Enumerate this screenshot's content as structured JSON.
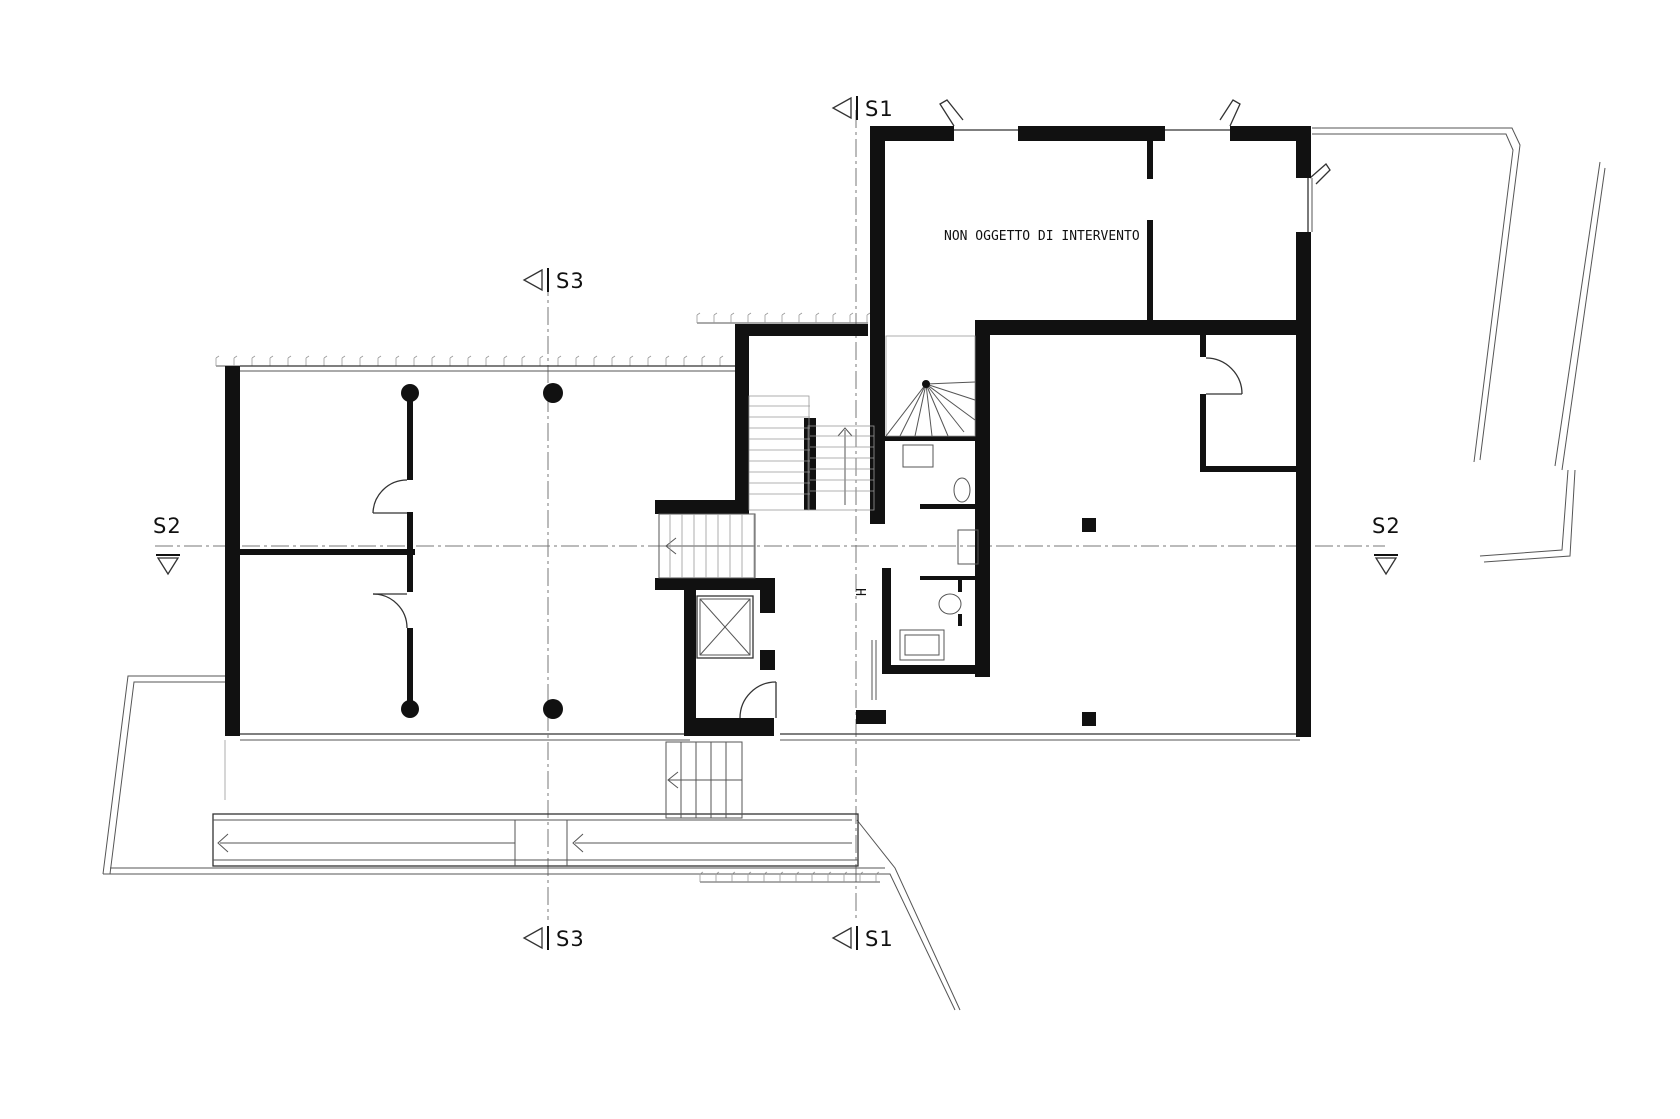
{
  "plan": {
    "note_label": "NON OGGETTO DI INTERVENTO",
    "sections": {
      "s1_top": "S1",
      "s1_bottom": "S1",
      "s2_left": "S2",
      "s2_right": "S2",
      "s3_top": "S3",
      "s3_bottom": "S3"
    },
    "accessibility_mark": "H"
  }
}
